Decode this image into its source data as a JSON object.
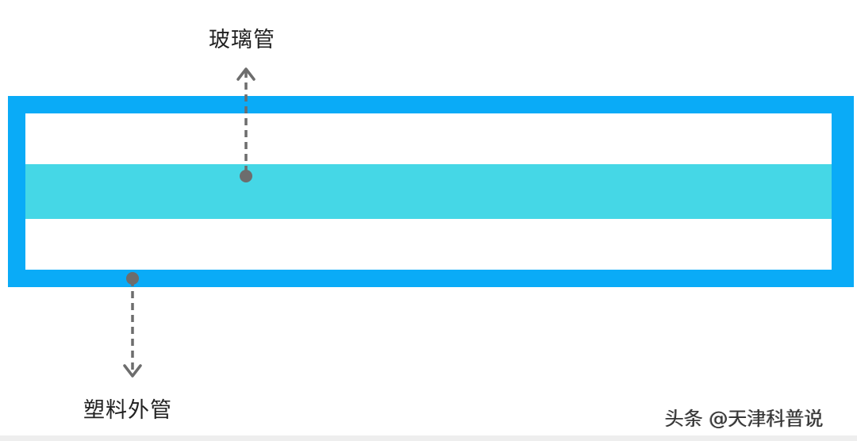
{
  "diagram": {
    "title": "",
    "colors": {
      "outer_tube": "#0aabf7",
      "glass_tube": "#45d7e6",
      "inner_space": "#ffffff",
      "pointer": "#6d6d6d"
    },
    "labels": {
      "glass_tube": "玻璃管",
      "plastic_outer_tube": "塑料外管"
    },
    "watermark": "头条 @天津科普说"
  }
}
